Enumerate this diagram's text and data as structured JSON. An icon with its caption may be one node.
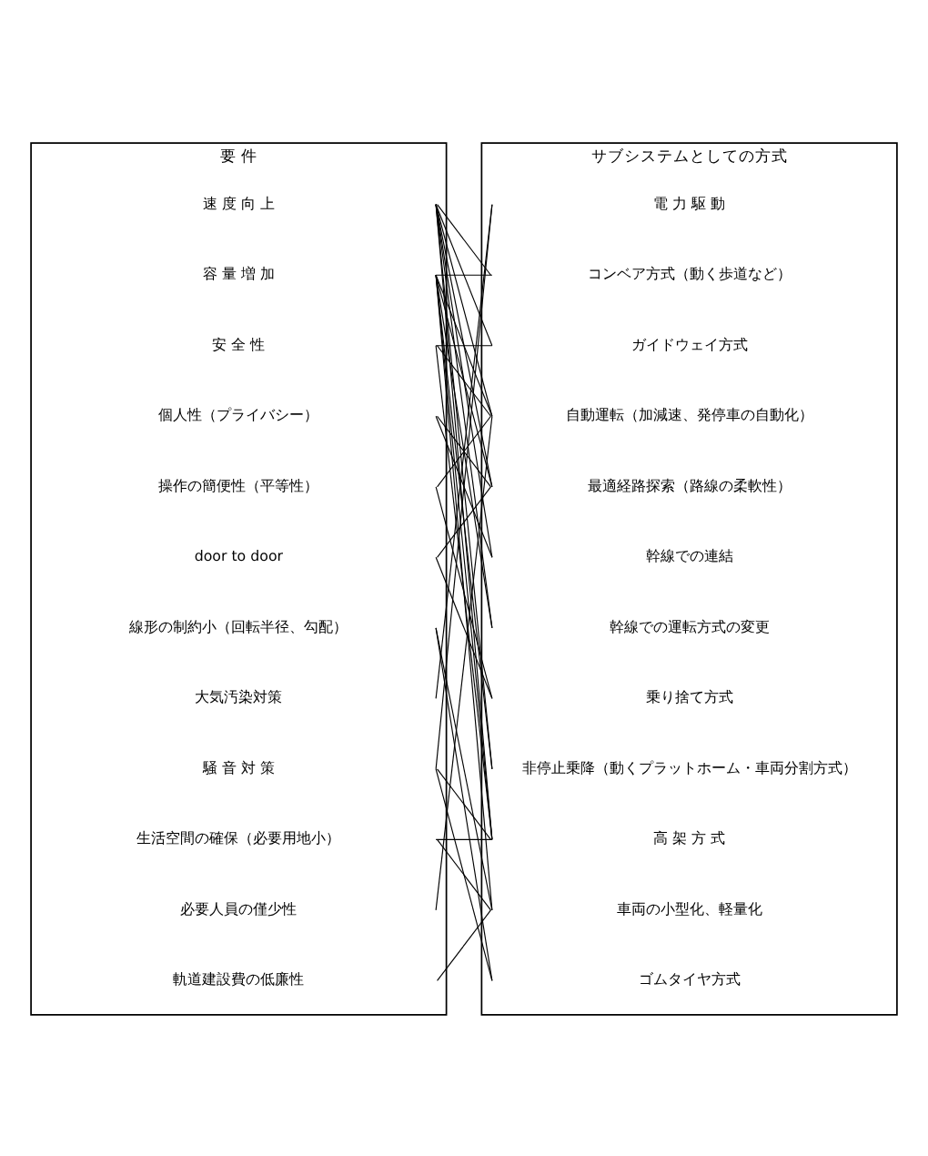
{
  "diagram": {
    "nodes": [
      {
        "text": [
          "要 件"
        ]
      },
      {
        "text": [
          "速 度 向 上"
        ],
        "in": 0
      },
      {
        "text": [
          "容 量 増 加"
        ],
        "in": 0
      },
      {
        "text": [
          "安 全 性"
        ],
        "in": 0
      },
      {
        "text": [
          "個人性（プライバシー）"
        ],
        "in": 0
      },
      {
        "text": [
          "操作の簡便性（平等性）"
        ],
        "in": 0
      },
      {
        "text": [
          "door to door"
        ],
        "in": 0
      },
      {
        "text": [
          "線形の制約小（回転半径、勾配）"
        ],
        "in": 0
      },
      {
        "text": [
          "大気汚染対策"
        ],
        "in": 0
      },
      {
        "text": [
          "騒 音 対 策"
        ],
        "in": 0
      },
      {
        "text": [
          "生活空間の確保（必要用地小）"
        ],
        "in": 0
      },
      {
        "text": [
          "必要人員の僅少性"
        ],
        "in": 0
      },
      {
        "text": [
          "軌道建設費の低廉性"
        ],
        "in": 0
      },
      {
        "text": [
          "サブシステムとしての方式"
        ]
      },
      {
        "text": [
          "電 力 駆 動"
        ],
        "in": 13
      },
      {
        "text": [
          "コンベア方式（動く歩道など）"
        ],
        "in": 13
      },
      {
        "text": [
          "ガイドウェイ方式"
        ],
        "in": 13
      },
      {
        "text": [
          "自動運転（加減速、発停車の自動化）"
        ],
        "in": 13
      },
      {
        "text": [
          "最適経路探索（路線の柔軟性）"
        ],
        "in": 13
      },
      {
        "text": [
          "幹線での連結"
        ],
        "in": 13
      },
      {
        "text": [
          "幹線での運転方式の変更"
        ],
        "in": 13
      },
      {
        "text": [
          "乗り捨て方式"
        ],
        "in": 13
      },
      {
        "text": [
          "非停止乗降（動くプラットホーム・車両分割方式）"
        ],
        "in": 13
      },
      {
        "text": [
          "高 架 方 式"
        ],
        "in": 13
      },
      {
        "text": [
          "車両の小型化、軽量化"
        ],
        "in": 13
      },
      {
        "text": [
          "ゴムタイヤ方式"
        ],
        "in": 13
      }
    ],
    "edges": [
      {
        "from": 1,
        "to": 15,
        "arrow": "none"
      },
      {
        "from": 1,
        "to": 16,
        "arrow": "none"
      },
      {
        "from": 1,
        "to": 17,
        "arrow": "none"
      },
      {
        "from": 1,
        "to": 18,
        "arrow": "none"
      },
      {
        "from": 1,
        "to": 19,
        "arrow": "none"
      },
      {
        "from": 1,
        "to": 20,
        "arrow": "none"
      },
      {
        "from": 1,
        "to": 22,
        "arrow": "none"
      },
      {
        "from": 1,
        "to": 23,
        "arrow": "none"
      },
      {
        "from": 2,
        "to": 15,
        "arrow": "none"
      },
      {
        "from": 2,
        "to": 17,
        "arrow": "none"
      },
      {
        "from": 2,
        "to": 18,
        "arrow": "none"
      },
      {
        "from": 2,
        "to": 20,
        "arrow": "none"
      },
      {
        "from": 2,
        "to": 22,
        "arrow": "none"
      },
      {
        "from": 2,
        "to": 23,
        "arrow": "none"
      },
      {
        "from": 2,
        "to": 24,
        "arrow": "none"
      },
      {
        "from": 3,
        "to": 16,
        "arrow": "none"
      },
      {
        "from": 3,
        "to": 17,
        "arrow": "none"
      },
      {
        "from": 3,
        "to": 23,
        "arrow": "none"
      },
      {
        "from": 4,
        "to": 18,
        "arrow": "none"
      },
      {
        "from": 4,
        "to": 19,
        "arrow": "none"
      },
      {
        "from": 5,
        "to": 17,
        "arrow": "none"
      },
      {
        "from": 5,
        "to": 21,
        "arrow": "none"
      },
      {
        "from": 6,
        "to": 18,
        "arrow": "none"
      },
      {
        "from": 6,
        "to": 21,
        "arrow": "none"
      },
      {
        "from": 7,
        "to": 24,
        "arrow": "none"
      },
      {
        "from": 7,
        "to": 25,
        "arrow": "none"
      },
      {
        "from": 8,
        "to": 14,
        "arrow": "none"
      },
      {
        "from": 9,
        "to": 14,
        "arrow": "none"
      },
      {
        "from": 9,
        "to": 23,
        "arrow": "none"
      },
      {
        "from": 9,
        "to": 25,
        "arrow": "none"
      },
      {
        "from": 10,
        "to": 23,
        "arrow": "none"
      },
      {
        "from": 10,
        "to": 24,
        "arrow": "none"
      },
      {
        "from": 11,
        "to": 17,
        "arrow": "none"
      },
      {
        "from": 12,
        "to": 24,
        "arrow": "none"
      }
    ]
  }
}
